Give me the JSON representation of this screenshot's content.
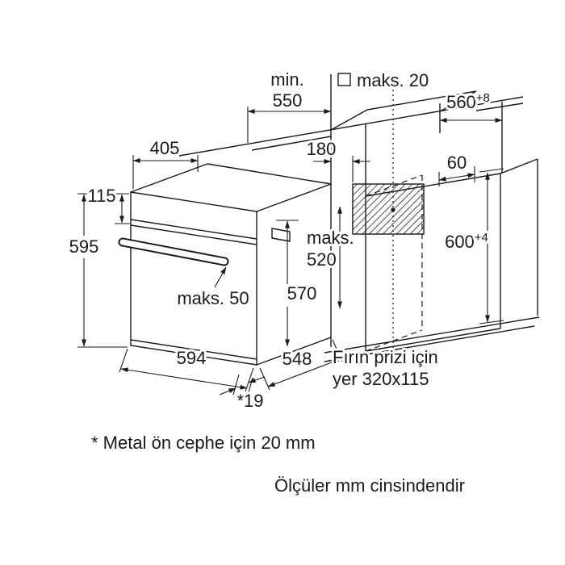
{
  "diagram": {
    "dims": {
      "min_label": "min.",
      "min_value": "550",
      "max_overlap": "maks. 20",
      "niche_width": "560",
      "niche_width_tol": "+8",
      "top_depth": "405",
      "socket_offset": "180",
      "socket_top_gap": "60",
      "panel_height": "115",
      "oven_height": "595",
      "max_label": "maks.",
      "max_value": "520",
      "door_height": "570",
      "niche_height": "600",
      "niche_height_tol": "+4",
      "handle_max": "maks. 50",
      "oven_width": "594",
      "oven_depth": "548",
      "front_gap": "*19"
    },
    "socket_note": {
      "line1": "Fırın prizi için",
      "line2": "yer 320x115"
    },
    "footnote": "* Metal ön cephe için 20 mm",
    "units_note": "Ölçüler mm cinsindendir",
    "colors": {
      "line": "#1a1a1a",
      "background": "#ffffff"
    }
  }
}
